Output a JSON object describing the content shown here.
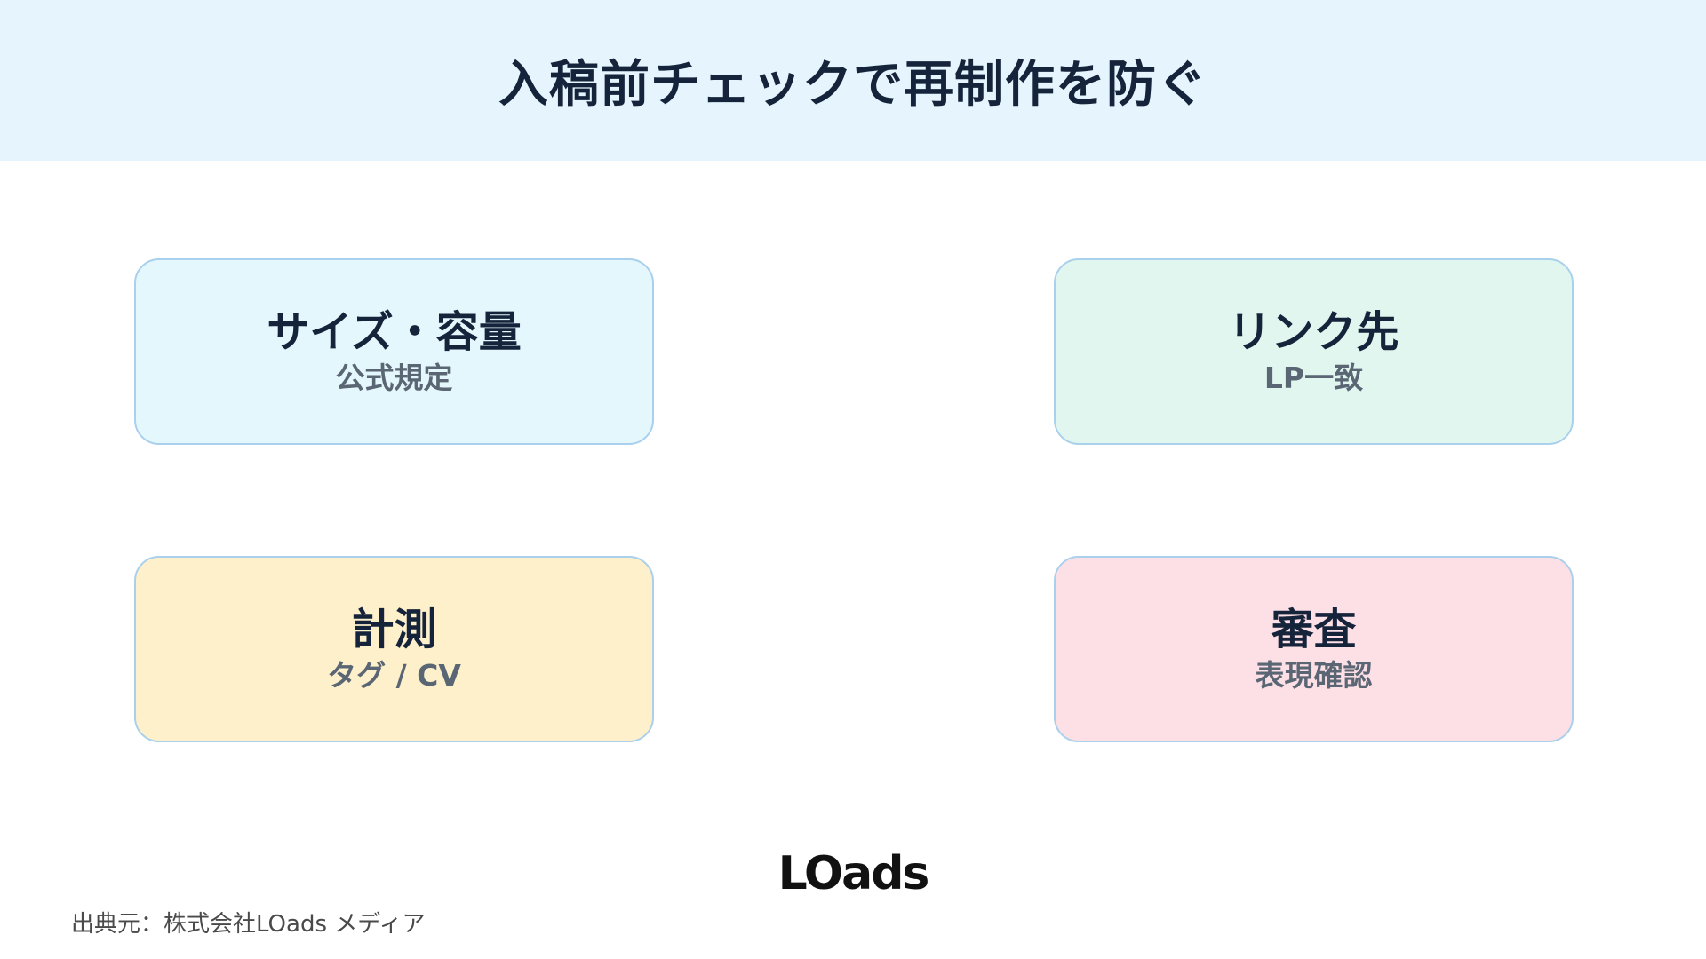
{
  "header": {
    "title": "入稿前チェックで再制作を防ぐ"
  },
  "cards": [
    {
      "title": "サイズ・容量",
      "subtitle": "公式規定"
    },
    {
      "title": "リンク先",
      "subtitle": "LP一致"
    },
    {
      "title": "計測",
      "subtitle": "タグ / CV"
    },
    {
      "title": "審査",
      "subtitle": "表現確認"
    }
  ],
  "logo": {
    "text": "LOads"
  },
  "footer": {
    "source": "出典元：株式会社LOads メディア"
  },
  "colors": {
    "header_bg": "#e6f5fd",
    "card_border": "#a9d0ec",
    "card_1_bg": "#e4f7fc",
    "card_2_bg": "#e0f6ee",
    "card_3_bg": "#fef0cb",
    "card_4_bg": "#fde0e5",
    "title_text": "#16243b",
    "sub_text": "#5b6675"
  }
}
